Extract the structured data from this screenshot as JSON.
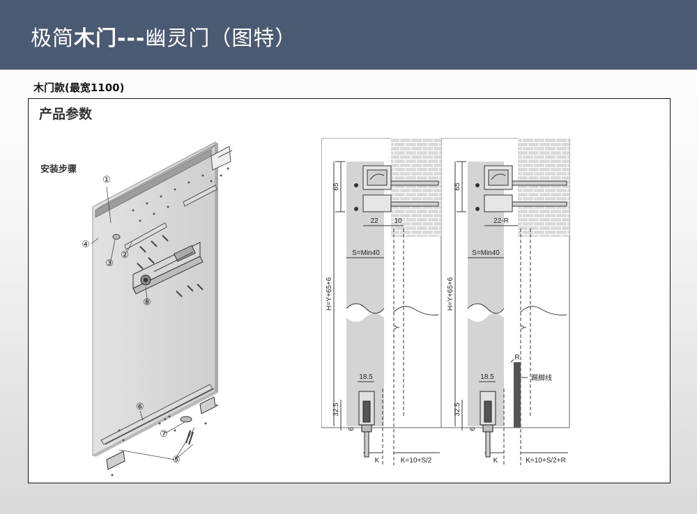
{
  "header": {
    "title_prefix": "极简",
    "title_bold": "木门---",
    "title_suffix": "幽灵门（图特）"
  },
  "subtitle": "木门款(最宽1100)",
  "panel": {
    "section_title": "产品参数",
    "steps_title": "安装步骤"
  },
  "install_callouts": [
    "①",
    "②",
    "③",
    "④",
    "⑤",
    "⑥",
    "⑦",
    "⑧"
  ],
  "left_drawing": {
    "dim_65": "65",
    "dim_22": "22",
    "dim_10": "10",
    "wall_gap": "S=Min40",
    "height_formula": "H=Y+65+6",
    "y_label": "Y",
    "dim_18_5": "18.5",
    "dim_32_5": "32.5",
    "dim_6": "6",
    "k_label": "K",
    "k_formula": "K=10+S/2"
  },
  "right_drawing": {
    "dim_65": "65",
    "dim_22r": "22-R",
    "wall_gap": "S=Min40",
    "height_formula": "H=Y+65+6",
    "y_label": "Y",
    "r_label": "R",
    "skirting_label": "踢脚线",
    "dim_18_5": "18.5",
    "dim_32_5": "32.5",
    "dim_6": "6",
    "k_label": "K",
    "k_formula": "K=10+S/2+R"
  },
  "colors": {
    "header_bg": "#4a5a72",
    "door_fill": "#d4d4d4",
    "brick_fill": "#d9d9d9"
  }
}
